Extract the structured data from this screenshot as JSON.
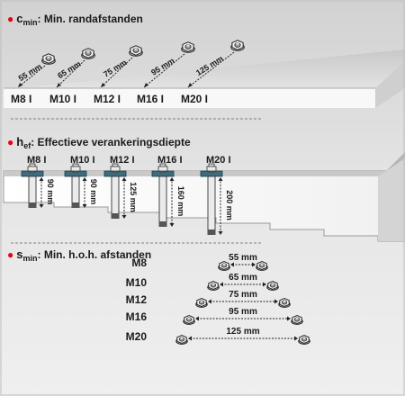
{
  "colors": {
    "accent": "#e30613",
    "panel_bg": "#dedede",
    "concrete_light": "#f7f7f7",
    "concrete_shadow": "#c4c4c4",
    "frame": "#cfcfcf"
  },
  "section1": {
    "symbol_main": "c",
    "symbol_sub": "min",
    "title": ": Min. randafstanden",
    "anchors": [
      {
        "label": "M8 I",
        "distance": "55 mm"
      },
      {
        "label": "M10 I",
        "distance": "65 mm"
      },
      {
        "label": "M12 I",
        "distance": "75 mm"
      },
      {
        "label": "M16 I",
        "distance": "95 mm"
      },
      {
        "label": "M20 I",
        "distance": "125 mm"
      }
    ]
  },
  "section2": {
    "symbol_main": "h",
    "symbol_sub": "ef",
    "title": ": Effectieve verankeringsdiepte",
    "anchors": [
      {
        "label": "M8 I",
        "depth": "90 mm"
      },
      {
        "label": "M10 I",
        "depth": "90 mm"
      },
      {
        "label": "M12 I",
        "depth": "125 mm"
      },
      {
        "label": "M16 I",
        "depth": "160 mm"
      },
      {
        "label": "M20 I",
        "depth": "200 mm"
      }
    ]
  },
  "section3": {
    "symbol_main": "s",
    "symbol_sub": "min",
    "title": ": Min. h.o.h. afstanden",
    "rows": [
      {
        "label": "M8",
        "spacing": "55 mm"
      },
      {
        "label": "M10",
        "spacing": "65 mm"
      },
      {
        "label": "M12",
        "spacing": "75 mm"
      },
      {
        "label": "M16",
        "spacing": "95 mm"
      },
      {
        "label": "M20",
        "spacing": "125 mm"
      }
    ]
  }
}
